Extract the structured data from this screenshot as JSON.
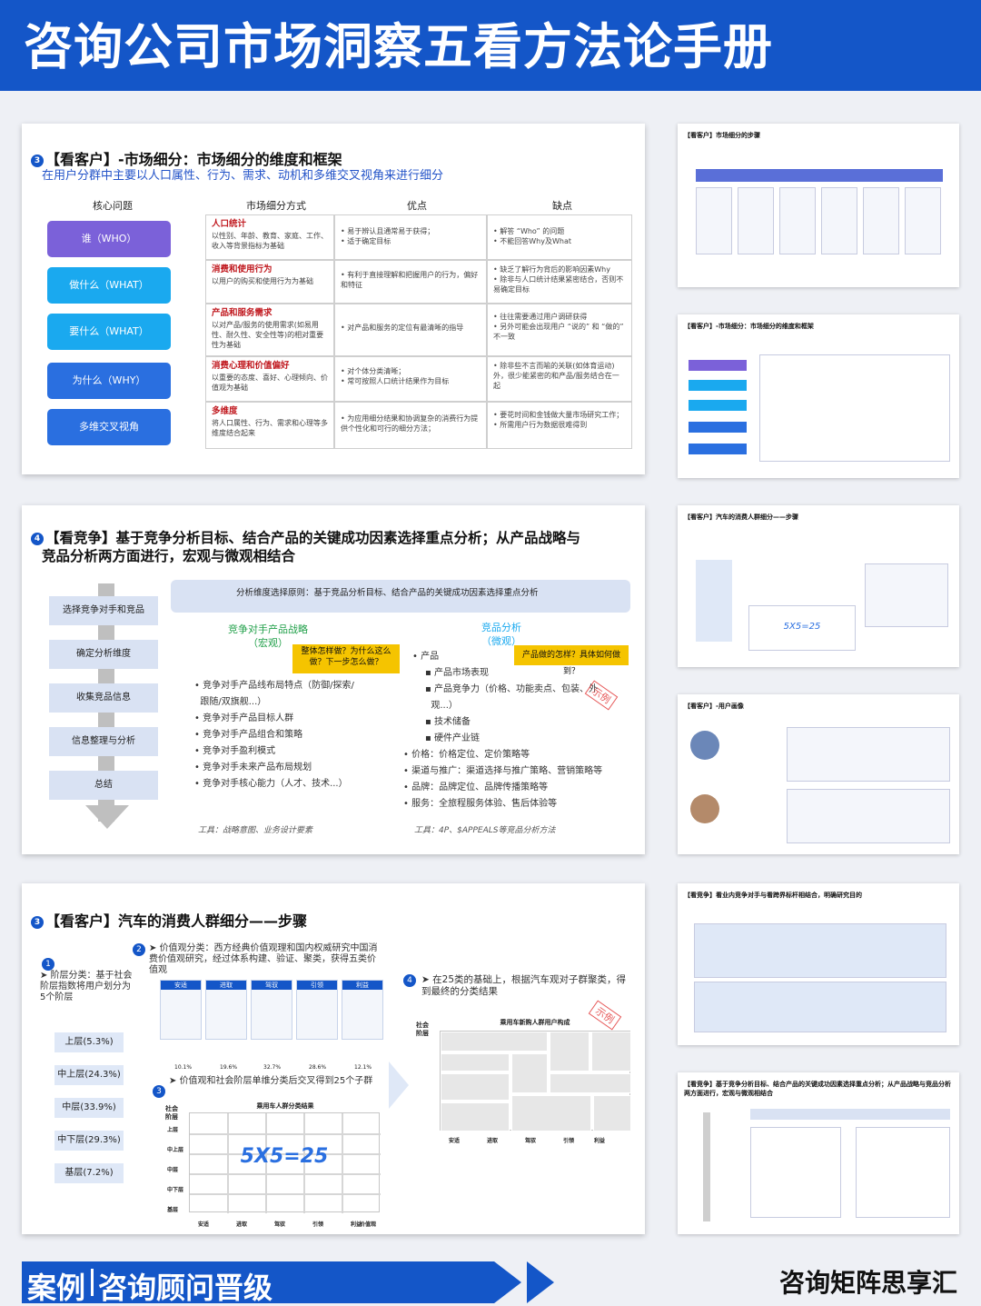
{
  "header": {
    "title": "咨询公司市场洞察五看方法论手册"
  },
  "slide1": {
    "badge": "3",
    "title": "【看客户】-市场细分：市场细分的维度和框架",
    "subtitle": "在用户分群中主要以人口属性、行为、需求、动机和多维交叉视角来进行细分",
    "columns": [
      "核心问题",
      "市场细分方式",
      "优点",
      "缺点"
    ],
    "rows": [
      {
        "q": "谁（WHO）",
        "name": "人口统计",
        "desc": "以性别、年龄、教育、家庭、工作、收入等背景指标为基础",
        "pro": "• 易于辨认且通常易于获得；\n• 适于确定目标",
        "con": "• 解答 “Who” 的问题\n• 不能回答Why及What"
      },
      {
        "q": "做什么（WHAT）",
        "name": "消费和使用行为",
        "desc": "以用户的购买和使用行为为基础",
        "pro": "• 有利于直接理解和把握用户的行为，偏好和特征",
        "con": "• 缺乏了解行为背后的影响因素Why\n• 除非与人口统计结果紧密结合，否则不易确定目标"
      },
      {
        "q": "要什么（WHAT）",
        "name": "产品和服务需求",
        "desc": "以对产品/服务的使用需求(如易用性、耐久性、安全性等)的相对重要性为基础",
        "pro": "• 对产品和服务的定位有最清晰的指导",
        "con": "• 往往需要通过用户调研获得\n• 另外可能会出现用户 “说的” 和 “做的” 不一致"
      },
      {
        "q": "为什么（WHY）",
        "name": "消费心理和价值偏好",
        "desc": "以重要的态度、喜好、心理倾向、价值观为基础",
        "pro": "• 对个体分类清晰；\n• 常可按照人口统计结果作为目标",
        "con": "• 除非些不言而喻的关联(如体育运动)外，很少能紧密的和产品/服务结合在一起"
      },
      {
        "q": "多维交叉视角",
        "name": "多维度",
        "desc": "将人口属性、行为、需求和心理等多维度结合起来",
        "pro": "• 为应用细分结果和协调复杂的消费行为提供个性化和可行的细分方法；",
        "con": "• 要花时间和金钱做大量市场研究工作；\n• 所需用户行为数据很难得到"
      }
    ]
  },
  "slide2": {
    "badge": "4",
    "title_line1": "【看竞争】基于竞争分析目标、结合产品的关键成功因素选择重点分析；从产品战略与",
    "title_line2": "竞品分析两方面进行，宏观与微观相结合",
    "steps": [
      "选择竞争对手和竞品",
      "确定分析维度",
      "收集竞品信息",
      "信息整理与分析",
      "总结"
    ],
    "principle": "分析维度选择原则：基于竞品分析目标、结合产品的关键成功因素选择重点分析",
    "left_head": "竞争对手产品战略",
    "left_sub": "（宏观）",
    "left_q": "整体怎样做？为什么这么做？下一步怎么做？",
    "left_items": [
      "竞争对手产品线布局特点（防御/探索/",
      "跟随/双旗舰...）",
      "竞争对手产品目标人群",
      "竞争对手产品组合和策略",
      "竞争对手盈利模式",
      "竞争对手未来产品布局规划",
      "竞争对手核心能力（人才、技术...）"
    ],
    "left_tool": "工具：战略意图、业务设计要素",
    "right_head": "竞品分析",
    "right_sub": "（微观）",
    "right_q": "产品做的怎样？具体如何做到？",
    "right_items": [
      "产品",
      "产品市场表现",
      "产品竞争力（价格、功能卖点、包装、外",
      "观...）",
      "技术储备",
      "硬件产业链",
      "价格：价格定位、定价策略等",
      "渠道与推广：渠道选择与推广策略、营销策略等",
      "品牌：品牌定位、品牌传播策略等",
      "服务：全旅程服务体验、售后体验等"
    ],
    "right_tool": "工具：4P、$APPEALS等竞品分析方法",
    "stamp": "示例"
  },
  "slide3": {
    "badge": "3",
    "title": "【看客户】汽车的消费人群细分——步骤",
    "step1_num": "1",
    "step1": "阶层分类：基于社会阶层指数将用户划分为5个阶层",
    "layers": [
      "上层(5.3%)",
      "中上层(24.3%)",
      "中层(33.9%)",
      "中下层(29.3%)",
      "基层(7.2%)"
    ],
    "step2_num": "2",
    "step2": "价值观分类：西方经典价值观理和国内权威研究中国消费价值观研究，经过体系构建、验证、聚类，获得五类价值观",
    "values": [
      "安适",
      "进取",
      "驾驭",
      "引领",
      "利益"
    ],
    "value_pcts": [
      "10.1%",
      "19.6%",
      "32.7%",
      "28.6%",
      "12.1%"
    ],
    "step3_num": "3",
    "step3": "价值观和社会阶层单维分类后交叉得到25个子群",
    "grid_title": "乘用车人群分类结果",
    "grid_label": "5X5=25",
    "axis_y": "社会阶层",
    "axis_x": "价值观",
    "y_ticks": [
      "上层",
      "中上层",
      "中层",
      "中下层",
      "基层"
    ],
    "step4_num": "4",
    "step4": "在25类的基础上，根据汽车观对子群聚类，得到最终的分类结果",
    "result_title": "乘用车新购人群用户构成",
    "stamp": "示例"
  },
  "thumbs": {
    "t1": "【看客户】市场细分的步骤",
    "t2": "【看客户】-市场细分：市场细分的维度和框架",
    "t3": "【看客户】汽车的消费人群细分——步骤",
    "t3_label": "5X5=25",
    "t4": "【看客户】-用户画像",
    "t5": "【看竞争】看业内竞争对手与看跨界标杆相结合，明确研究目的",
    "t6": "【看竞争】基于竞争分析目标、结合产品的关键成功因素选择重点分析；从产品战略与竞品分析两方面进行，宏观与微观相结合"
  },
  "footer": {
    "tag1": "案例",
    "tag2": "咨询顾问晋级",
    "brand": "咨询矩阵思享汇"
  },
  "colors": {
    "primary": "#1456c8",
    "accent_red": "#c0181e",
    "yellow": "#f5c400",
    "pill_purple": "#7b61d9",
    "pill_cyan": "#1aa9ef",
    "pill_blue": "#2a6fe0"
  }
}
